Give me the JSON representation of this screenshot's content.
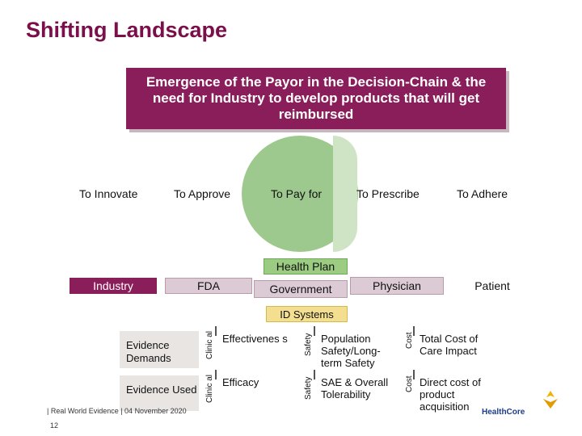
{
  "title": "Shifting Landscape",
  "banner": "Emergence of the Payor in the Decision-Chain & the need for Industry to develop products that will get reimbursed",
  "stages": [
    "To Innovate",
    "To Approve",
    "To Pay for",
    "To Prescribe",
    "To Adhere"
  ],
  "health_plan": "Health Plan",
  "actors": [
    "Industry",
    "FDA",
    "Government",
    "Physician",
    "Patient"
  ],
  "id_systems": "ID Systems",
  "rows": [
    {
      "label": "Evidence Demands",
      "clinical_tag": "Clinic al",
      "clinical": "Effectivenes s",
      "safety_tag": "Safety",
      "safety": "Population Safety/Long-term Safety",
      "cost_tag": "Cost",
      "cost": "Total Cost of Care Impact"
    },
    {
      "label": "Evidence Used",
      "clinical_tag": "Clinic al",
      "clinical": "Efficacy",
      "safety_tag": "Safety",
      "safety": "SAE & Overall Tolerability",
      "cost_tag": "Cost",
      "cost": "Direct cost of product acquisition"
    }
  ],
  "footer": "| Real World Evidence | 04 November 2020",
  "page_number": "12",
  "logo_text": "HealthCore",
  "colors": {
    "title": "#7a0f4a",
    "banner": "#8a1e5a",
    "circle": "#9ec98e",
    "id_box": "#f3df8f"
  }
}
